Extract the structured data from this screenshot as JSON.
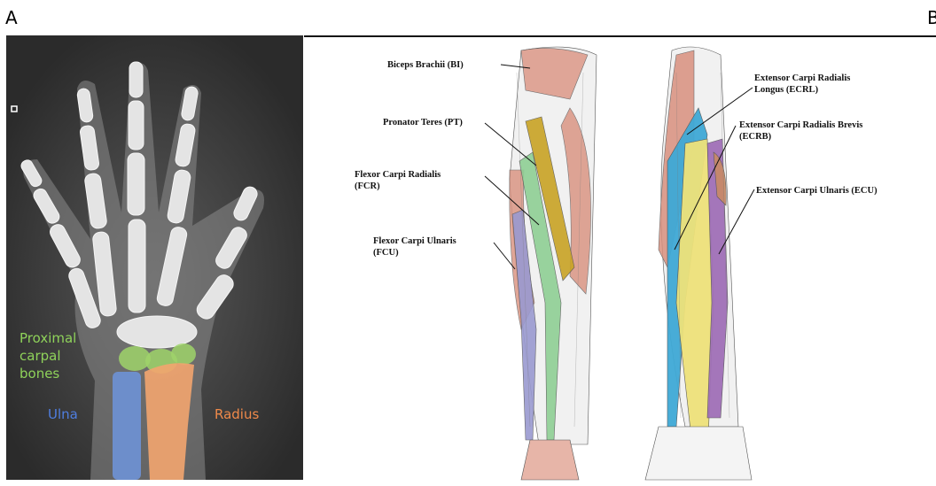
{
  "panels": {
    "a": "A",
    "b": "B"
  },
  "xray": {
    "labels": {
      "carpal": "Proximal\ncarpal\nbones",
      "ulna": "Ulna",
      "radius": "Radius"
    },
    "colors": {
      "carpal": "#9fd36a",
      "ulna": "#5b86d8",
      "radius": "#f08a4a"
    }
  },
  "muscles": {
    "bi": "Biceps Brachii (BI)",
    "pt": "Pronator Teres (PT)",
    "fcr": "Flexor Carpi Radialis\n(FCR)",
    "fcu": "Flexor Carpi Ulnaris\n(FCU)",
    "ecrl": "Extensor Carpi Radialis\nLongus (ECRL)",
    "ecrb": "Extensor Carpi Radialis Brevis\n(ECRB)",
    "ecu": "Extensor Carpi Ulnaris (ECU)"
  },
  "colors": {
    "muscle_red": "#d9907e",
    "pt_yellow": "#c9a325",
    "fcr_green": "#8fcf95",
    "fcu_purple": "#9a9ad0",
    "ecrl_blue": "#3fa9d6",
    "ecrb_yellow": "#eee27a",
    "ecu_purple": "#a070b8"
  }
}
